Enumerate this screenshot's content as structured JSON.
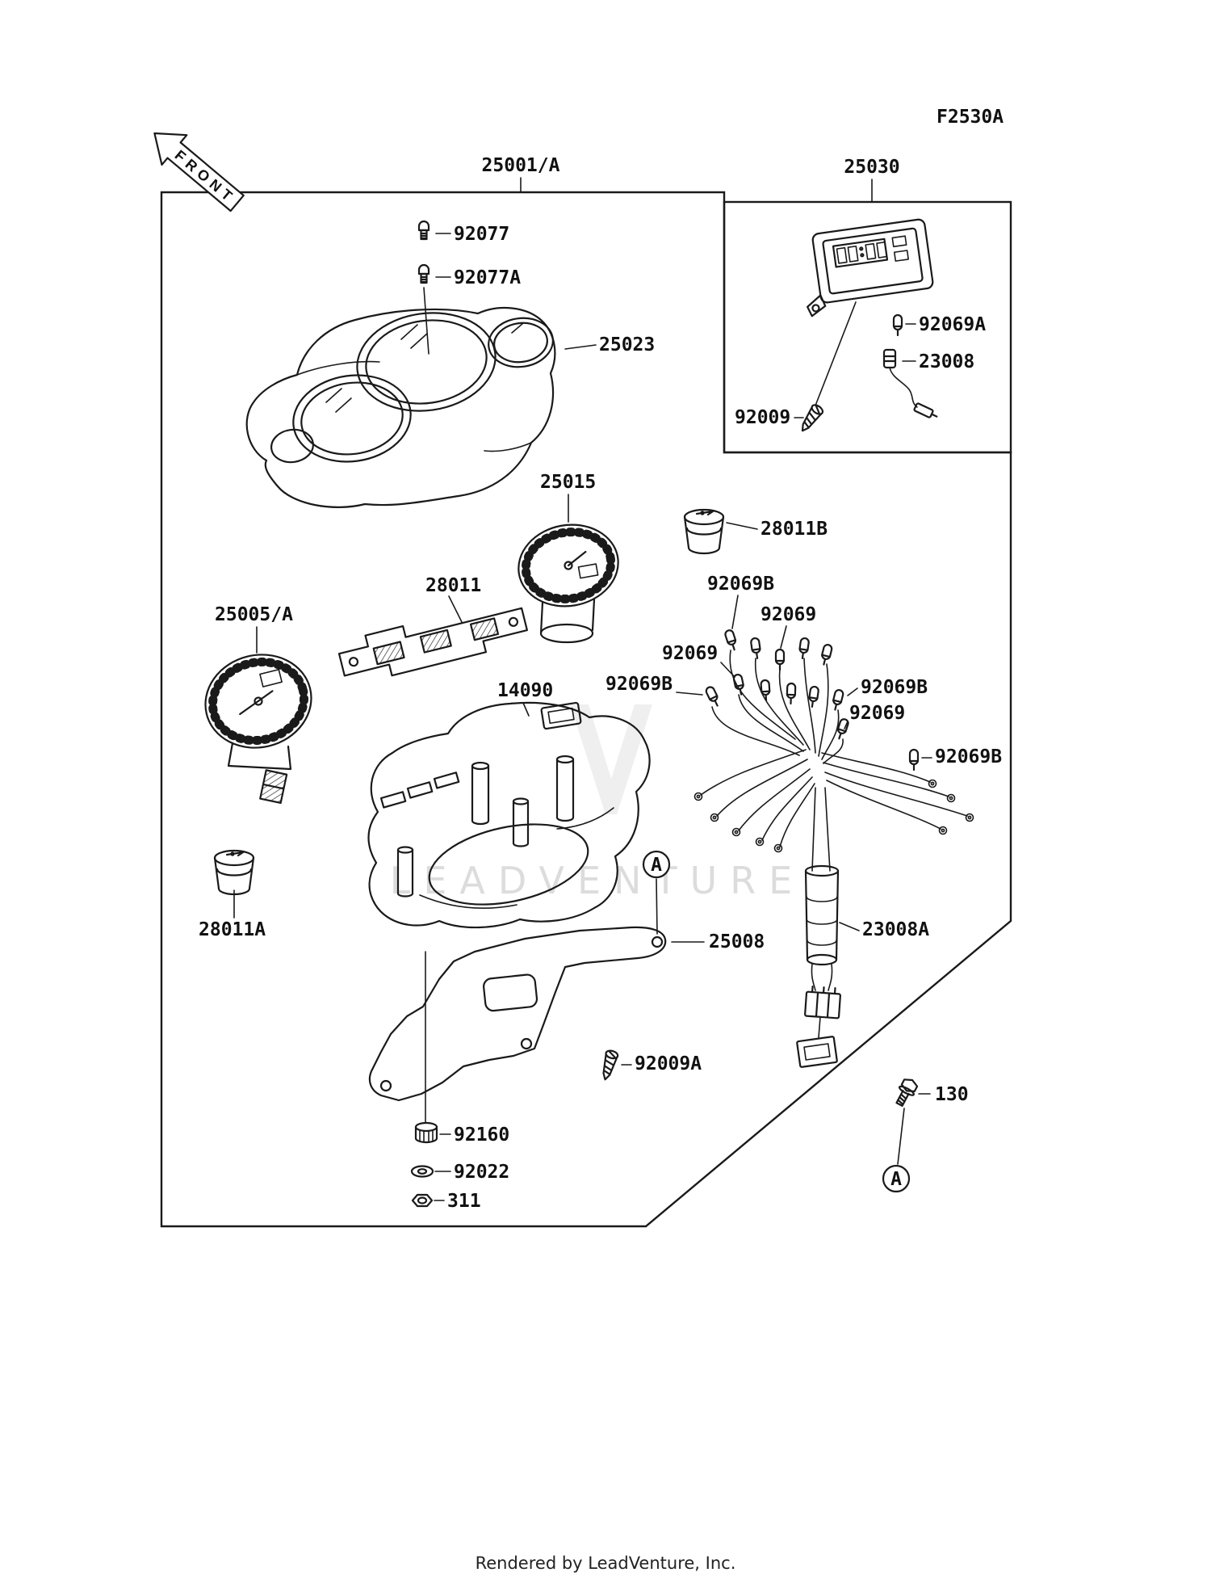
{
  "doc": {
    "figure_code": "F2530A",
    "front_label": "FRONT",
    "watermark": "LEADVENTURE",
    "footer": "Rendered by LeadVenture, Inc.",
    "ref_marker": "A"
  },
  "colors": {
    "line": "#1a1a1a",
    "watermark": "#dcdcdc",
    "background": "#ffffff"
  },
  "parts": {
    "assembly": "25001/A",
    "meter_unit": "25030",
    "pin_92077": "92077",
    "pin_92077a": "92077A",
    "cover_upper": "25023",
    "bulb_92069a": "92069A",
    "socket_23008": "23008",
    "screw_92009": "92009",
    "fuel_gauge": "25015",
    "damper_28011b": "28011B",
    "bracket_28011": "28011",
    "bulb_92069b": "92069B",
    "bulb_92069": "92069",
    "temp_gauge": "25005/A",
    "case_lower": "14090",
    "damper_28011a": "28011A",
    "bracket_25008": "25008",
    "harness_23008a": "23008A",
    "screw_92009a": "92009A",
    "bolt_130": "130",
    "damper_92160": "92160",
    "washer_92022": "92022",
    "nut_311": "311"
  }
}
